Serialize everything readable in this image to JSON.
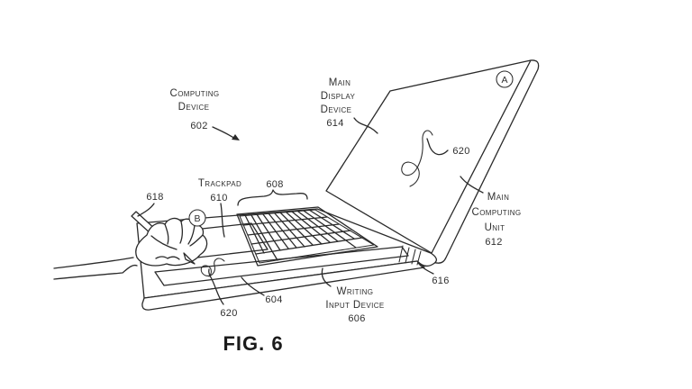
{
  "figure": {
    "caption": "FIG. 6",
    "background_color": "#ffffff",
    "line_color": "#2a2a2a"
  },
  "labels": {
    "computing_device": {
      "line1": "Computing",
      "line2": "Device",
      "ref": "602"
    },
    "main_display_device": {
      "line1": "Main",
      "line2": "Display",
      "line3": "Device",
      "ref": "614"
    },
    "main_computing_unit": {
      "line1": "Main",
      "line2": "Computing",
      "line3": "Unit",
      "ref": "612"
    },
    "trackpad": {
      "line1": "Trackpad",
      "ref": "610"
    },
    "keyboard": {
      "ref": "608"
    },
    "writing_input_device": {
      "line1": "Writing",
      "line2": "Input Device",
      "ref": "606"
    },
    "stylus": {
      "ref": "618"
    },
    "hinge": {
      "ref": "616"
    },
    "display_scribble": {
      "ref": "620"
    },
    "deck_scribble": {
      "ref": "620"
    },
    "writing_surface": {
      "ref": "604"
    },
    "marker_a": "A",
    "marker_b": "B"
  }
}
